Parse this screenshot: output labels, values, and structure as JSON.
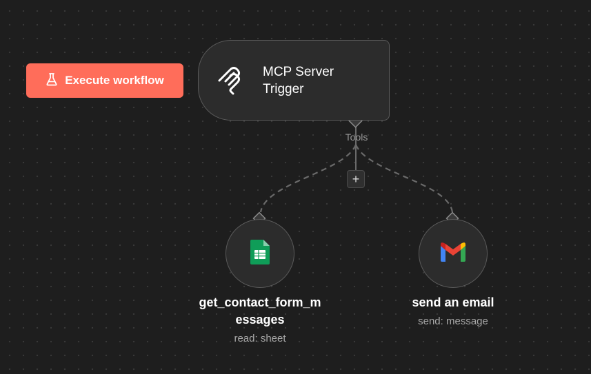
{
  "toolbar": {
    "execute_label": "Execute workflow",
    "execute_color": "#ff6d5a",
    "execute_icon": "flask-icon"
  },
  "trigger_node": {
    "title": "MCP Server Trigger",
    "icon": "mcp-icon",
    "output_label": "Tools"
  },
  "add_tool_label": "+",
  "tools": [
    {
      "name": "get_contact_form_messages",
      "name_line1": "get_contact_form_m",
      "name_line2": "essages",
      "subtitle": "read: sheet",
      "icon": "google-sheets-icon"
    },
    {
      "name": "send an email",
      "subtitle": "send: message",
      "icon": "gmail-icon"
    }
  ]
}
